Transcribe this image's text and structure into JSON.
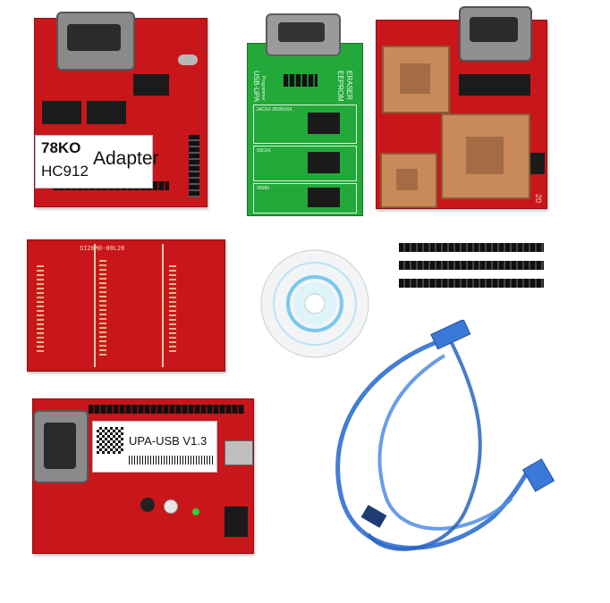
{
  "scene": {
    "background": "#ffffff",
    "colors": {
      "pcb_red": "#c8161b",
      "pcb_green": "#23a83a",
      "socket_tan": "#c98a5a",
      "cable_blue": "#2f6fd1",
      "cd_cyan": "#78c9ee"
    }
  },
  "adapter_78ko": {
    "label_line1": "78KO",
    "label_line2": "Adapter",
    "label_line3": "HC912"
  },
  "usb_upa_board": {
    "title": "USB-UPA",
    "subtitle": "Programmer",
    "right_text_1": "ERASER",
    "right_text_2": "EEPROM",
    "section_1": "24CXX 25/95XXX",
    "section_2": "93CXX",
    "section_3": "35080"
  },
  "plcc_adapter": {
    "corner_number": "20"
  },
  "tssop_adapter": {
    "header_text": "SI20M0-00L28"
  },
  "main_unit": {
    "label": "UPA-USB V1.3"
  }
}
